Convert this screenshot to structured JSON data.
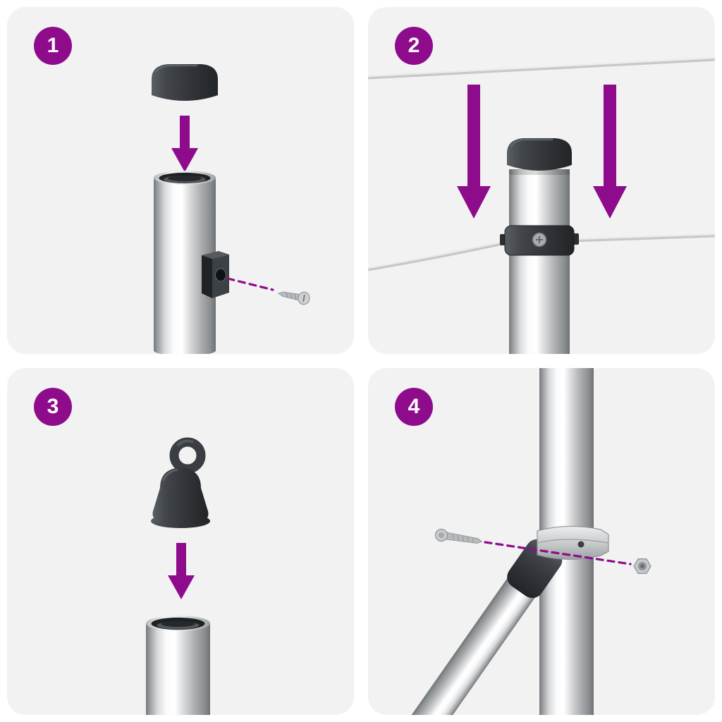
{
  "colors": {
    "accent": "#8E0C8C",
    "page-bg": "#FFFFFF",
    "panel-bg": "#F2F2F2",
    "part-dark": "#3A3E42",
    "badge-text": "#FFFFFF"
  },
  "steps": [
    {
      "number": "1"
    },
    {
      "number": "2"
    },
    {
      "number": "3"
    },
    {
      "number": "4"
    }
  ]
}
